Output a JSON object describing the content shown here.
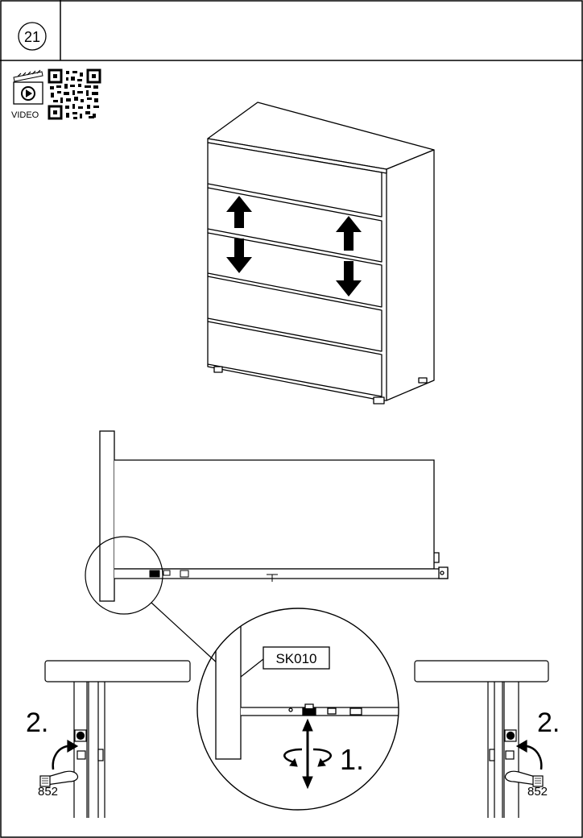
{
  "step": {
    "number": "21"
  },
  "video": {
    "label": "VIDEO"
  },
  "detail": {
    "part_code": "SK010"
  },
  "actions": {
    "step1": "1.",
    "step2_left": "2.",
    "step2_right": "2."
  },
  "tool": {
    "code_left": "852",
    "code_right": "852"
  }
}
